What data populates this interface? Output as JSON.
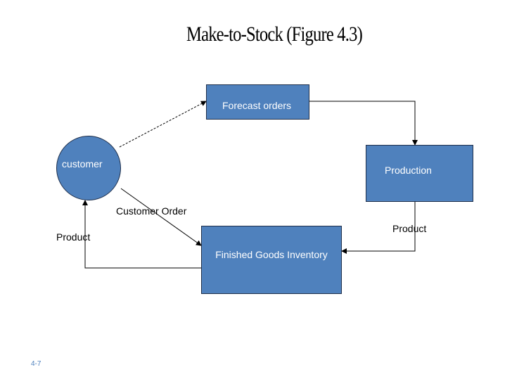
{
  "title": "Make-to-Stock (Figure 4.3)",
  "nodes": {
    "forecast": "Forecast orders",
    "production": "Production",
    "finished_goods": "Finished Goods Inventory",
    "customer": "customer"
  },
  "edge_labels": {
    "customer_order": "Customer Order",
    "product_left": "Product",
    "product_right": "Product"
  },
  "slide_number": "4-7",
  "colors": {
    "box_fill": "#4f81bd",
    "box_border": "#1f2f4a",
    "arrow": "#000000"
  }
}
